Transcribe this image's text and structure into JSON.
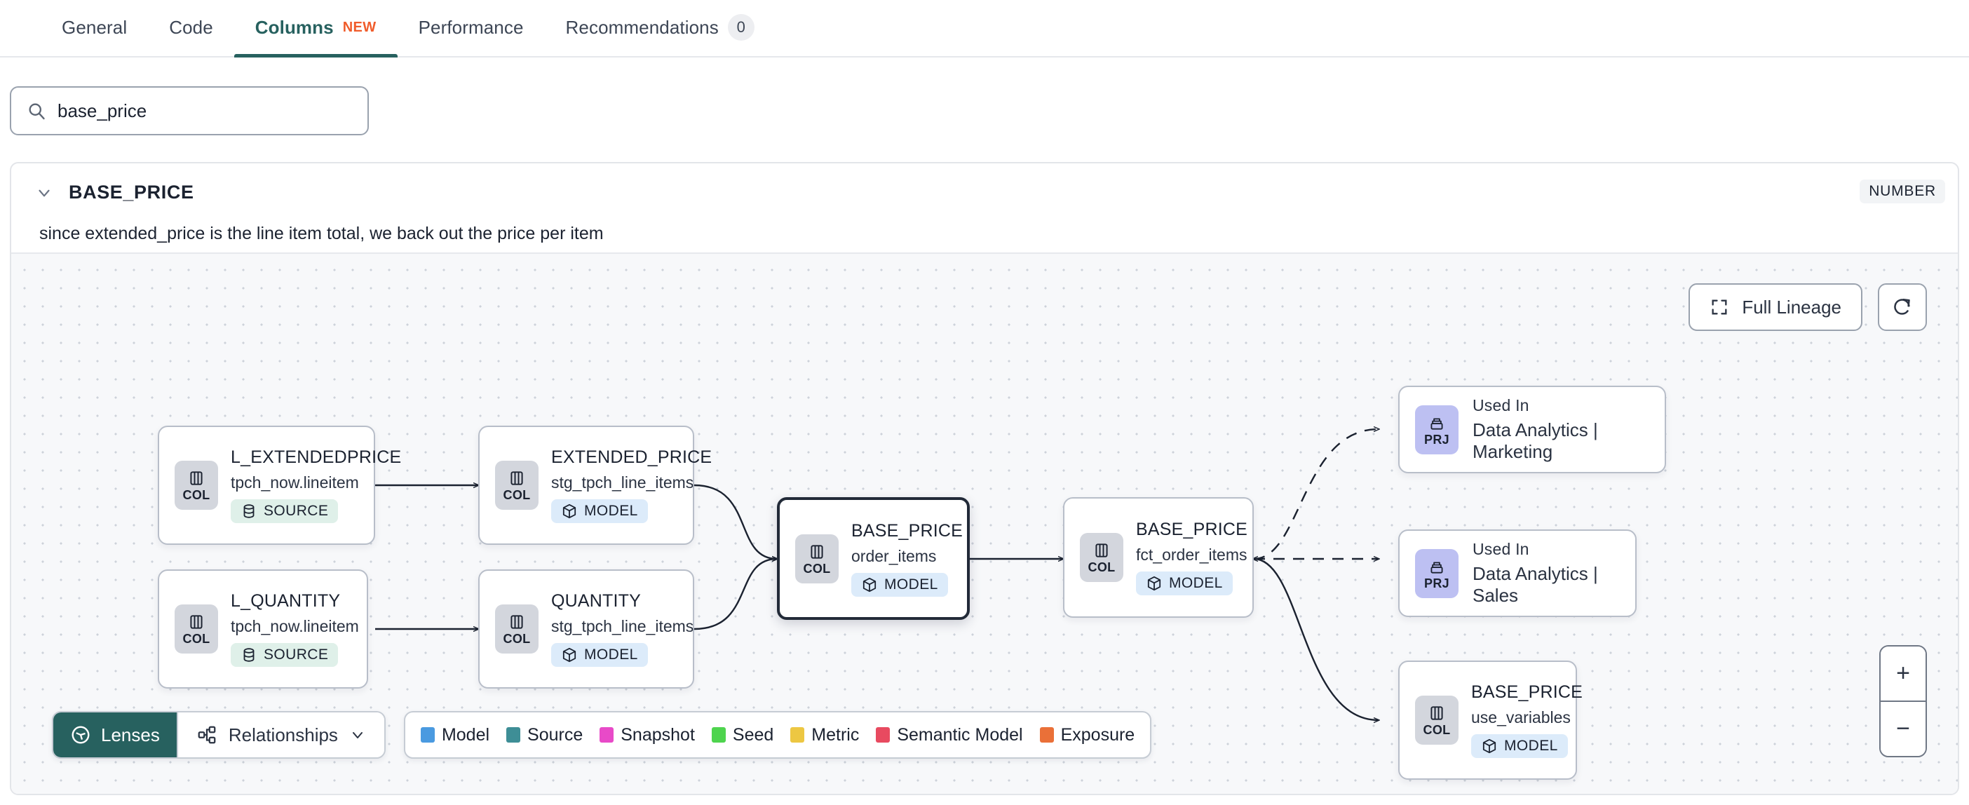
{
  "tabs": [
    {
      "label": "General",
      "active": false
    },
    {
      "label": "Code",
      "active": false
    },
    {
      "label": "Columns",
      "active": true,
      "badge": "NEW"
    },
    {
      "label": "Performance",
      "active": false
    },
    {
      "label": "Recommendations",
      "active": false,
      "count": "0"
    }
  ],
  "search": {
    "value": "base_price",
    "placeholder": "Search columns",
    "icon": "search-icon"
  },
  "column": {
    "name": "BASE_PRICE",
    "type_badge": "NUMBER",
    "description": "since extended_price is the line item total, we back out the price per item",
    "expanded": true
  },
  "graph": {
    "controls": {
      "full_lineage_label": "Full Lineage",
      "refresh_icon": "refresh-icon",
      "zoom_in": "+",
      "zoom_out": "−"
    },
    "nodes": [
      {
        "id": "l_extendedprice",
        "kind": "COL",
        "title": "L_EXTENDEDPRICE",
        "subtitle": "tpch_now.lineitem",
        "pill": "SOURCE",
        "pill_type": "source",
        "selected": false
      },
      {
        "id": "l_quantity",
        "kind": "COL",
        "title": "L_QUANTITY",
        "subtitle": "tpch_now.lineitem",
        "pill": "SOURCE",
        "pill_type": "source",
        "selected": false
      },
      {
        "id": "extended_price",
        "kind": "COL",
        "title": "EXTENDED_PRICE",
        "subtitle": "stg_tpch_line_items",
        "pill": "MODEL",
        "pill_type": "model",
        "selected": false
      },
      {
        "id": "quantity",
        "kind": "COL",
        "title": "QUANTITY",
        "subtitle": "stg_tpch_line_items",
        "pill": "MODEL",
        "pill_type": "model",
        "selected": false
      },
      {
        "id": "base_price_order_items",
        "kind": "COL",
        "title": "BASE_PRICE",
        "subtitle": "order_items",
        "pill": "MODEL",
        "pill_type": "model",
        "selected": true
      },
      {
        "id": "base_price_fct",
        "kind": "COL",
        "title": "BASE_PRICE",
        "subtitle": "fct_order_items",
        "pill": "MODEL",
        "pill_type": "model",
        "selected": false
      },
      {
        "id": "prj_marketing",
        "kind": "PRJ",
        "title": "Used In",
        "subtitle": "Data Analytics | Marketing",
        "selected": false
      },
      {
        "id": "prj_sales",
        "kind": "PRJ",
        "title": "Used In",
        "subtitle": "Data Analytics | Sales",
        "selected": false
      },
      {
        "id": "base_price_use_variables",
        "kind": "COL",
        "title": "BASE_PRICE",
        "subtitle": "use_variables",
        "pill": "MODEL",
        "pill_type": "model",
        "selected": false
      }
    ]
  },
  "toolbar": {
    "lenses_label": "Lenses",
    "relationships_label": "Relationships",
    "lenses_icon": "aperture-icon",
    "relationships_icon": "relationships-icon"
  },
  "legend": [
    {
      "label": "Model",
      "color": "#4a9ae0"
    },
    {
      "label": "Source",
      "color": "#3e8e96"
    },
    {
      "label": "Snapshot",
      "color": "#e council"
    },
    {
      "label": "Seed",
      "color": "#4ed44e"
    },
    {
      "label": "Metric",
      "color": "#edc742"
    },
    {
      "label": "Semantic Model",
      "color": "#e84a60"
    },
    {
      "label": "Exposure",
      "color": "#ea7038"
    }
  ],
  "legend_fixed": [
    {
      "label": "Model",
      "color": "#4a9ae0"
    },
    {
      "label": "Source",
      "color": "#3e8e96"
    },
    {
      "label": "Snapshot",
      "color": "#e84ac8"
    },
    {
      "label": "Seed",
      "color": "#4ed44e"
    },
    {
      "label": "Metric",
      "color": "#edc742"
    },
    {
      "label": "Semantic Model",
      "color": "#e84a60"
    },
    {
      "label": "Exposure",
      "color": "#ea7038"
    }
  ]
}
